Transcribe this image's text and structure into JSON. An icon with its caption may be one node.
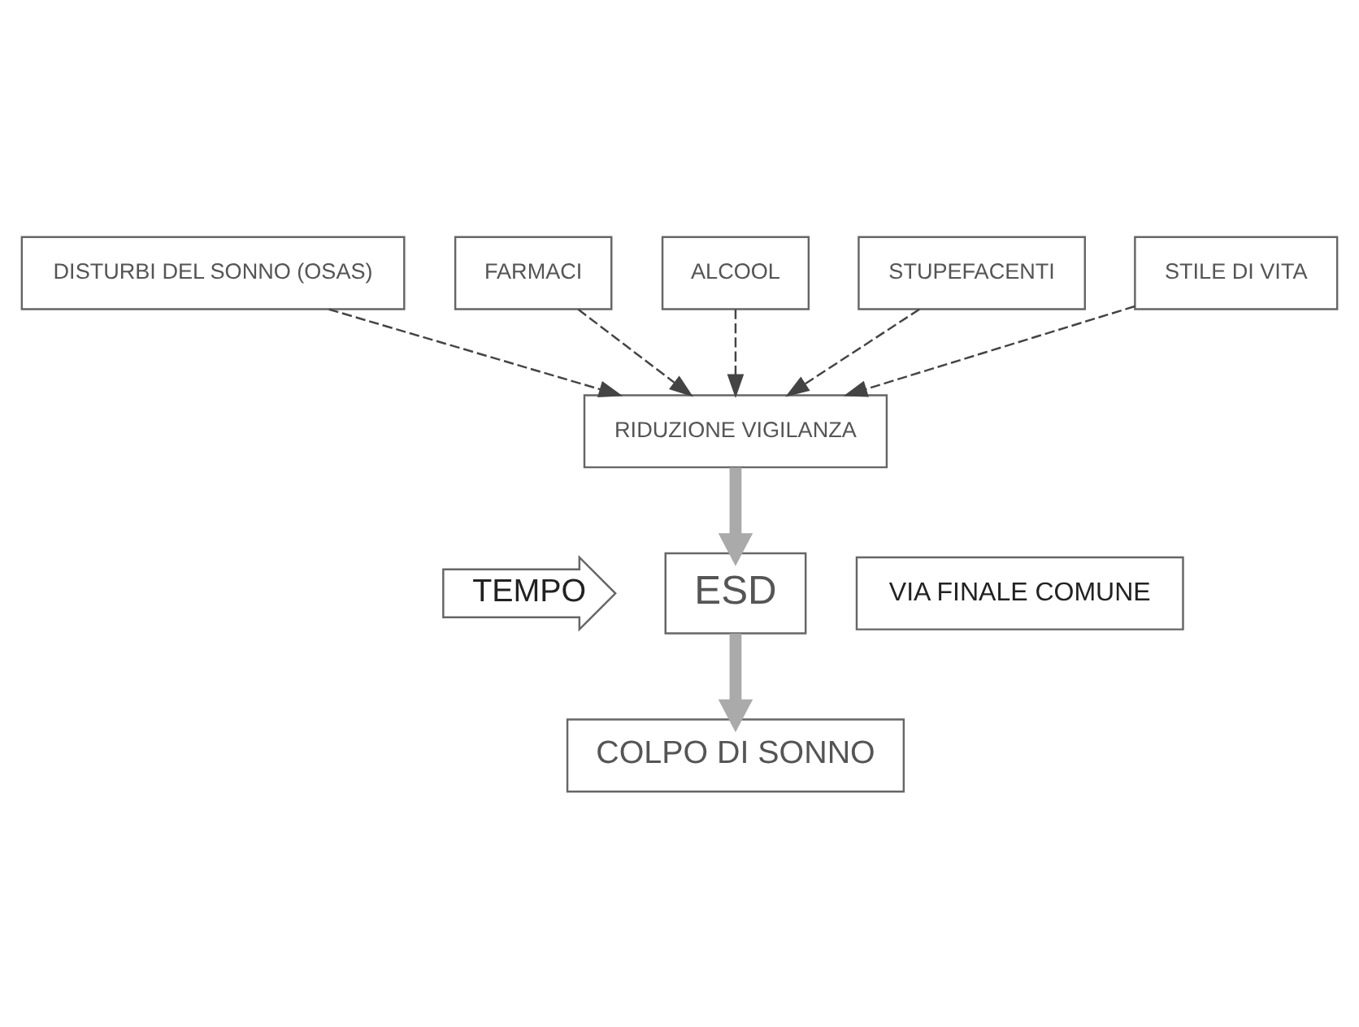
{
  "diagram": {
    "nodes": [
      {
        "text": [
          "DISTURBI DEL SONNO (OSAS)"
        ]
      },
      {
        "text": [
          "FARMACI"
        ]
      },
      {
        "text": [
          "ALCOOL"
        ]
      },
      {
        "text": [
          "STUPEFACENTI"
        ]
      },
      {
        "text": [
          "STILE DI VITA"
        ]
      },
      {
        "text": [
          "RIDUZIONE VIGILANZA"
        ]
      },
      {
        "text": [
          "ESD"
        ]
      },
      {
        "text": [
          "COLPO DI SONNO"
        ]
      },
      {
        "text": [
          "TEMPO"
        ]
      },
      {
        "text": [
          "VIA FINALE COMUNE"
        ]
      }
    ],
    "edges": [
      {
        "from": 0,
        "to": 5,
        "arrow": "to",
        "style": "dashed"
      },
      {
        "from": 1,
        "to": 5,
        "arrow": "to",
        "style": "dashed"
      },
      {
        "from": 2,
        "to": 5,
        "arrow": "to",
        "style": "dashed"
      },
      {
        "from": 3,
        "to": 5,
        "arrow": "to",
        "style": "dashed"
      },
      {
        "from": 4,
        "to": 5,
        "arrow": "to",
        "style": "dashed"
      },
      {
        "from": 5,
        "to": 6,
        "arrow": "to",
        "style": "thick",
        "color": "#aaaaaa"
      },
      {
        "from": 6,
        "to": 7,
        "arrow": "to",
        "style": "thick",
        "color": "#aaaaaa"
      }
    ]
  }
}
